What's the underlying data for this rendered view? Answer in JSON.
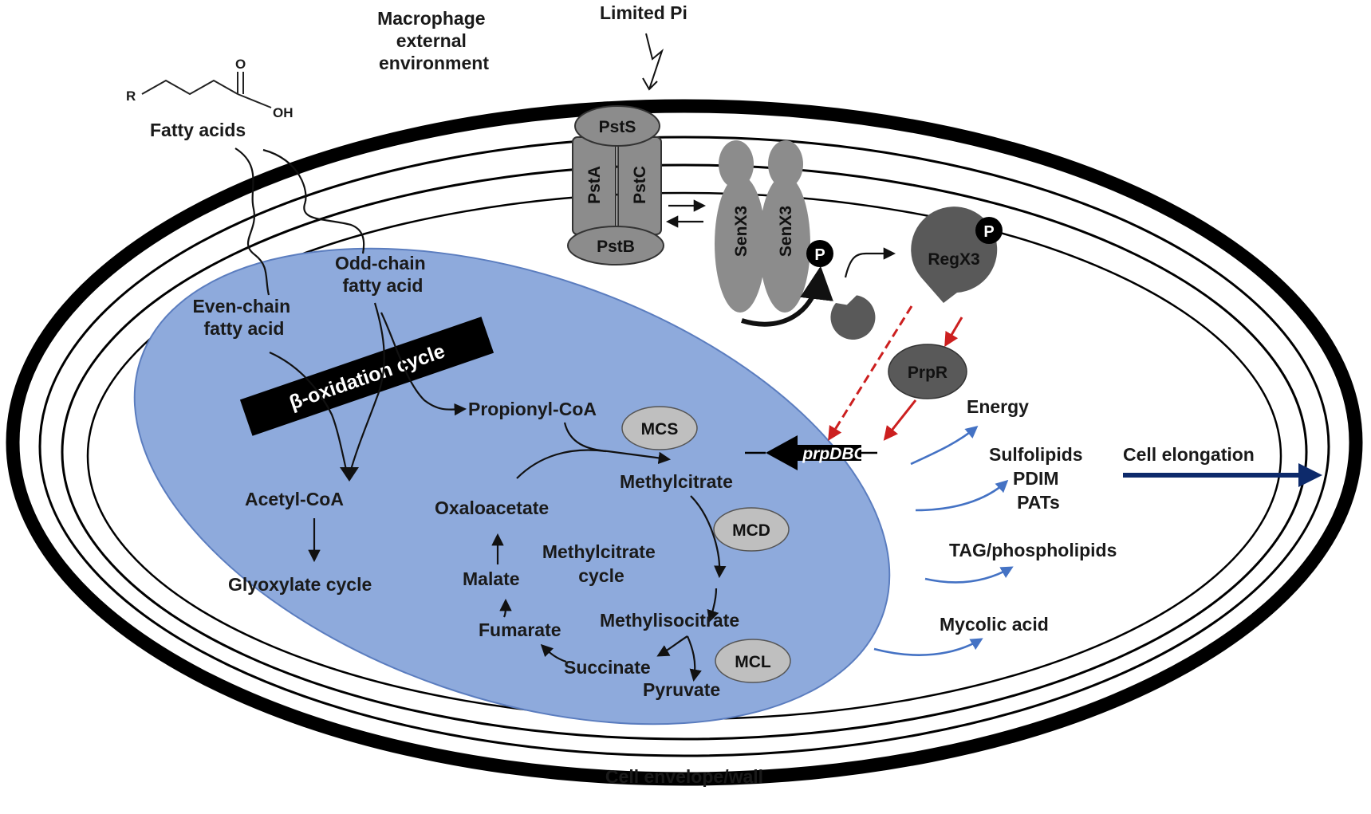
{
  "labels": {
    "macrophage_env": [
      "Macrophage",
      "external",
      "environment"
    ],
    "limited_pi": "Limited Pi",
    "fatty_acids": "Fatty acids",
    "r_group": "R",
    "oxygen": "O",
    "hydroxyl": "OH",
    "odd_chain": [
      "Odd-chain",
      "fatty acid"
    ],
    "even_chain": [
      "Even-chain",
      "fatty acid"
    ],
    "beta_oxidation": "β-oxidation cycle",
    "propionyl_coa": "Propionyl-CoA",
    "acetyl_coa": "Acetyl-CoA",
    "glyoxylate_cycle": "Glyoxylate cycle",
    "methylcitrate": "Methylcitrate",
    "oxaloacetate": "Oxaloacetate",
    "methylcitrate_cycle": [
      "Methylcitrate",
      "cycle"
    ],
    "malate": "Malate",
    "fumarate": "Fumarate",
    "methylisocitrate": "Methylisocitrate",
    "succinate": "Succinate",
    "pyruvate": "Pyruvate",
    "energy": "Energy",
    "lipids": [
      "Sulfolipids",
      "PDIM",
      "PATs"
    ],
    "cell_elongation": "Cell elongation",
    "tag_phospholipids": "TAG/phospholipids",
    "mycolic_acid": "Mycolic acid",
    "cell_envelope": "Cell envelope/wall",
    "gene": "prpDBC",
    "phosphate": "P"
  },
  "proteins": {
    "psts": "PstS",
    "psta": "PstA",
    "pstc": "PstC",
    "pstb": "PstB",
    "senx3": "SenX3",
    "regx3": "RegX3",
    "prpr": "PrpR",
    "mcs": "MCS",
    "mcd": "MCD",
    "mcl": "MCL"
  },
  "colors": {
    "cytoplasm": "#8eaadc",
    "protein_gray": "#8c8c8c",
    "enzyme_gray": "#bfbfbf",
    "regulator_dark": "#595959",
    "activation_red": "#cc1f1f",
    "output_blue": "#4472c4",
    "elongation_navy": "#0d2a6b"
  }
}
